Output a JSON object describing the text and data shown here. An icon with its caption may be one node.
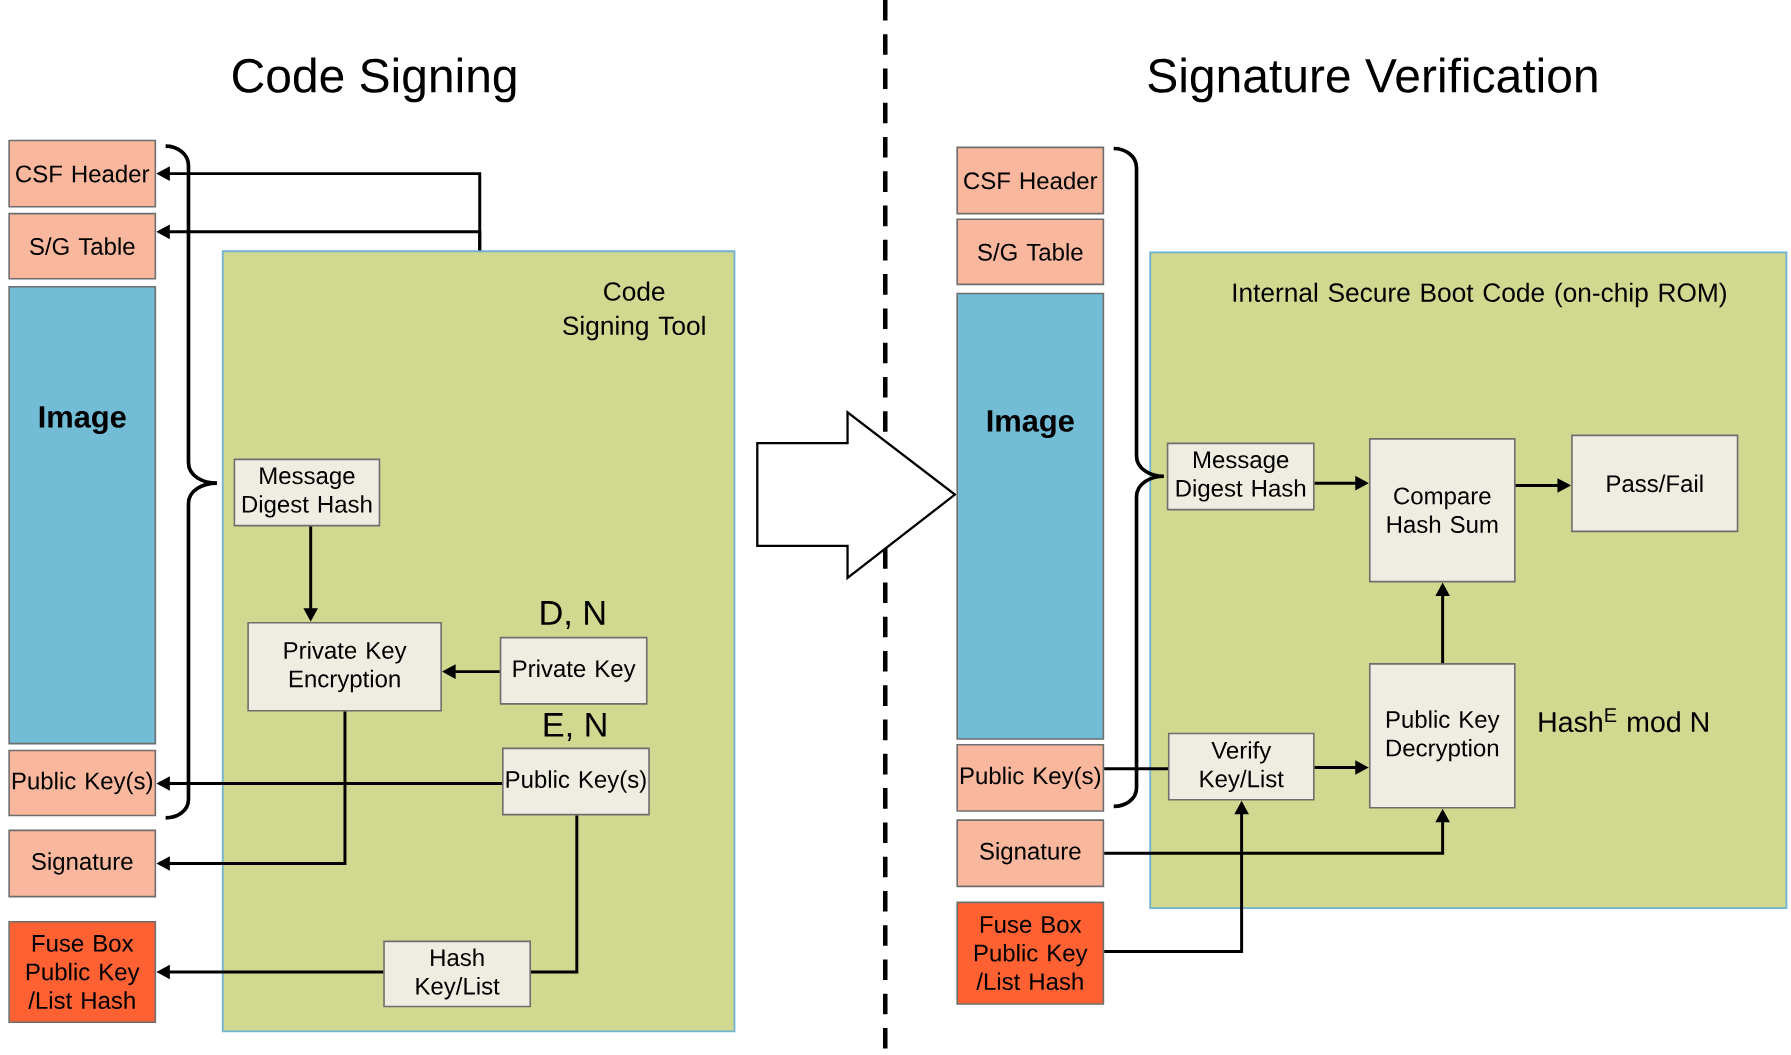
{
  "diagram": {
    "nodes": [
      {
        "text": [
          "CSF Header"
        ]
      },
      {
        "text": [
          "S/G Table"
        ]
      },
      {
        "text": [
          "Image"
        ]
      },
      {
        "text": [
          "Public Key(s)"
        ]
      },
      {
        "text": [
          "Signature"
        ]
      },
      {
        "text": [
          "Fuse Box Public Key /List Hash"
        ]
      },
      {
        "text": [
          "Code Signing Tool"
        ]
      },
      {
        "text": [
          "Message Digest Hash"
        ],
        "in": 6
      },
      {
        "text": [
          "Private Key Encryption"
        ],
        "in": 6
      },
      {
        "text": [
          "Private Key"
        ],
        "in": 6,
        "beside": [
          "D, N"
        ]
      },
      {
        "text": [
          "Public Key(s)"
        ],
        "in": 6,
        "beside": [
          "E, N"
        ]
      },
      {
        "text": [
          "Hash Key/List"
        ],
        "in": 6
      },
      {
        "text": [
          "CSF Header"
        ]
      },
      {
        "text": [
          "S/G Table"
        ]
      },
      {
        "text": [
          "Image"
        ]
      },
      {
        "text": [
          "Public Key(s)"
        ]
      },
      {
        "text": [
          "Signature"
        ]
      },
      {
        "text": [
          "Fuse Box Public Key /List Hash"
        ]
      },
      {
        "text": [
          "Internal Secure Boot Code (on-chip ROM)"
        ]
      },
      {
        "text": [
          "Message Digest Hash"
        ],
        "in": 18
      },
      {
        "text": [
          "Compare Hash Sum"
        ],
        "in": 18
      },
      {
        "text": [
          "Pass/Fail"
        ],
        "in": 18
      },
      {
        "text": [
          "Verify Key/List"
        ],
        "in": 18
      },
      {
        "text": [
          "Public Key Decryption"
        ],
        "in": 18,
        "beside": [
          "Hash$^{E}$ mod N"
        ]
      }
    ],
    "edges": [
      {
        "from": 6,
        "to": 0,
        "arrow": "to"
      },
      {
        "from": 6,
        "to": 1,
        "arrow": "to"
      },
      {
        "from": 7,
        "to": 8,
        "arrow": "to"
      },
      {
        "from": 9,
        "to": 8,
        "arrow": "to"
      },
      {
        "from": 10,
        "to": 3,
        "arrow": "to"
      },
      {
        "from": 8,
        "to": 4,
        "arrow": "to"
      },
      {
        "from": 10,
        "to": 11,
        "arrow": "none"
      },
      {
        "from": 11,
        "to": 5,
        "arrow": "to"
      },
      {
        "from": 19,
        "to": 20,
        "arrow": "to"
      },
      {
        "from": 20,
        "to": 21,
        "arrow": "to"
      },
      {
        "from": 23,
        "to": 20,
        "arrow": "to"
      },
      {
        "from": 15,
        "to": 22,
        "arrow": "none"
      },
      {
        "from": 22,
        "to": 23,
        "arrow": "to"
      },
      {
        "from": 16,
        "to": 23,
        "arrow": "to"
      },
      {
        "from": 17,
        "to": 22,
        "arrow": "to"
      }
    ],
    "labels": [
      "Code Signing",
      "Signature Verification"
    ]
  }
}
